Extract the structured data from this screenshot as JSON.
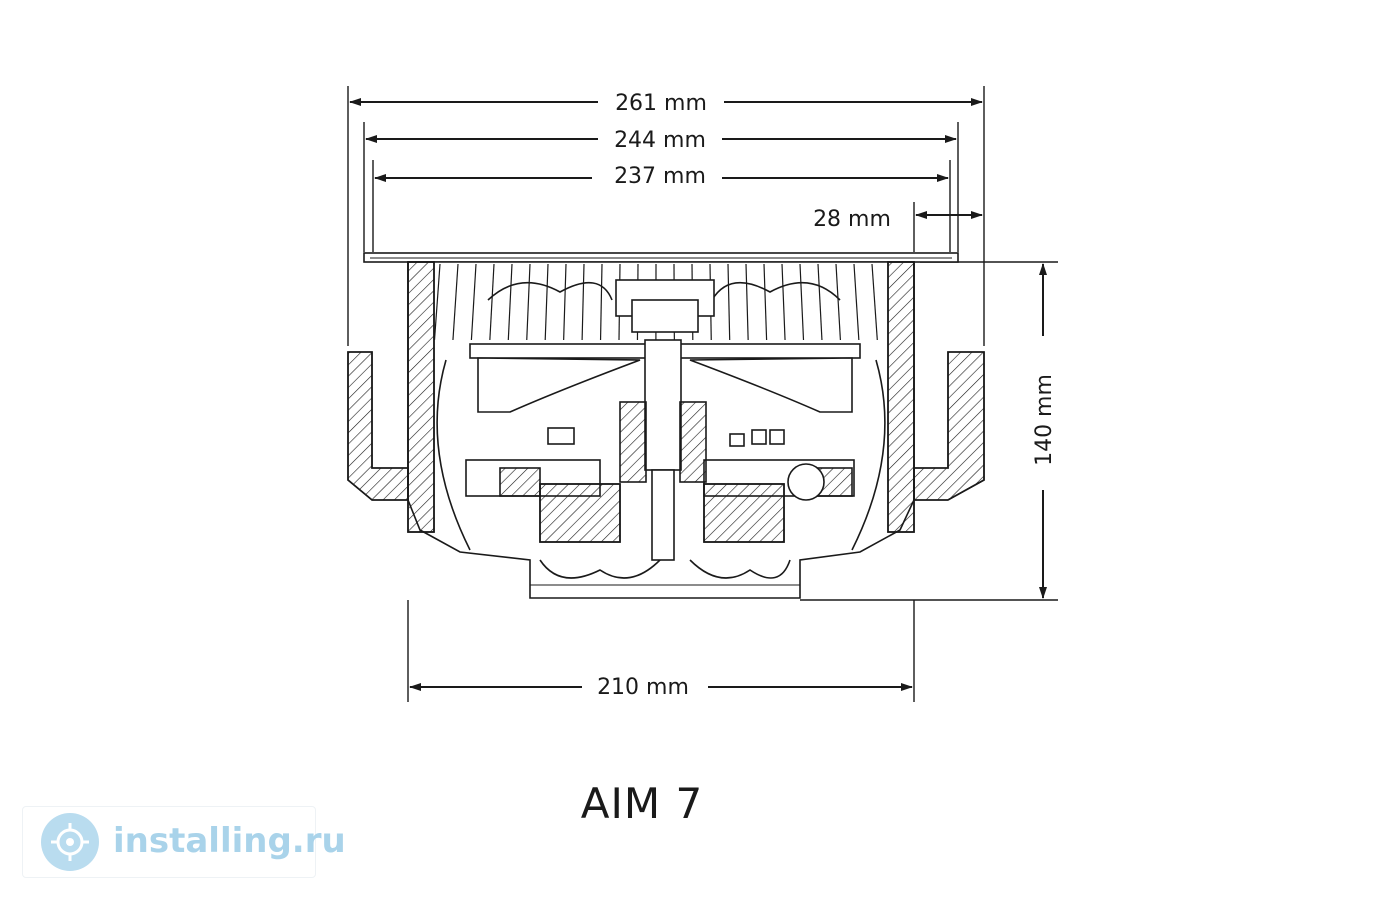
{
  "dimensions": {
    "overall_width": "261 mm",
    "flange_width": "244 mm",
    "grille_width": "237 mm",
    "mounting_depth_offset": "28 mm",
    "height": "140 mm",
    "cutout_width": "210 mm"
  },
  "model": "AIM 7",
  "watermark": {
    "text": "installing.ru",
    "logo_icon": "installing-logo-icon"
  },
  "colors": {
    "line": "#1a1a1a",
    "watermark": "#a9d3ea",
    "watermark_logo": "#b9dcef"
  }
}
